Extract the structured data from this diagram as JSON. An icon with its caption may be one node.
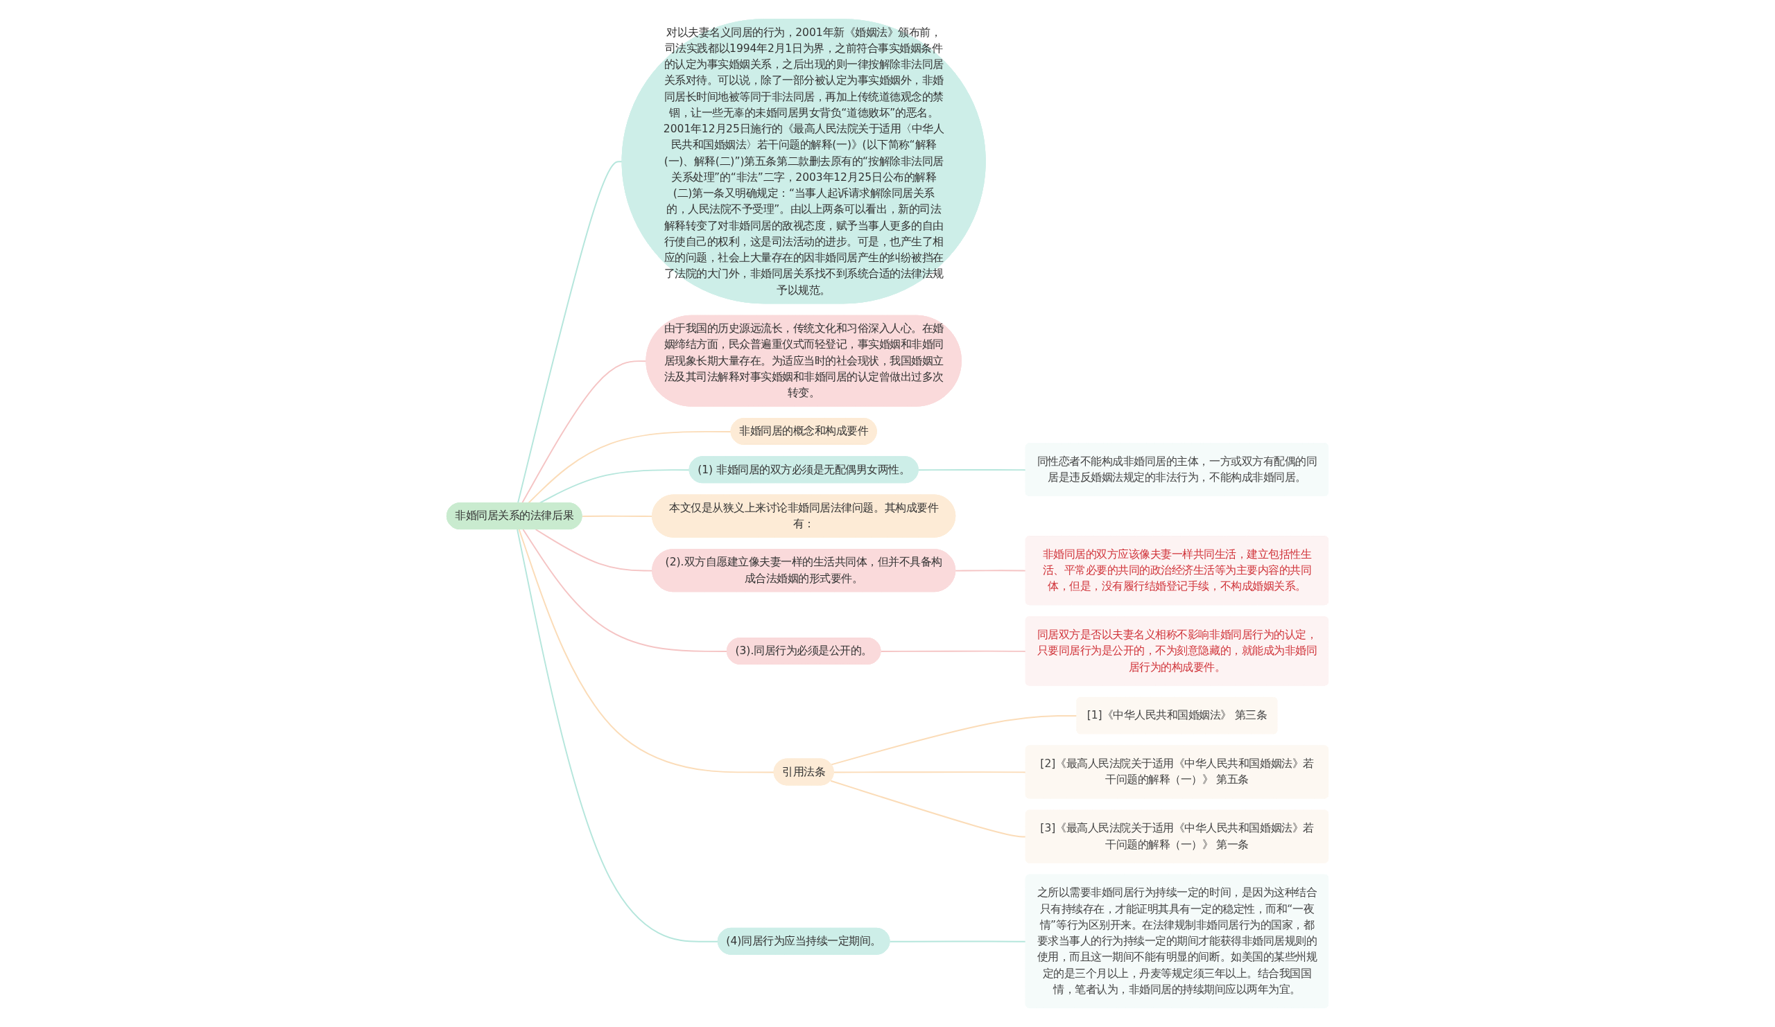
{
  "diagram": {
    "nodes": [
      {
        "text": [
          "非婚同居关系的法律后果"
        ]
      },
      {
        "text": [
          "对以夫妻名义同居的行为，2001年新《婚姻法》颁布前，司法实践都以1994年2月1日为界，之前符合事实婚姻条件的认定为事实婚姻关系，之后出现的则一律按解除非法同居关系对待。可以说，除了一部分被认定为事实婚姻外，非婚同居长时间地被等同于非法同居，再加上传统道德观念的禁锢，让一些无辜的未婚同居男女背负“道德败坏”的恶名。2001年12月25日施行的《最高人民法院关于适用〈中华人民共和国婚姻法〉若干问题的解释(一)》(以下简称“解释(一)、解释(二)”)第五条第二款删去原有的“按解除非法同居关系处理”的“非法”二字，2003年12月25日公布的解释(二)第一条又明确规定：“当事人起诉请求解除同居关系的，人民法院不予受理”。由以上两条可以看出，新的司法解释转变了对非婚同居的敌视态度，赋予当事人更多的自由行使自己的权利，这是司法活动的进步。可是，也产生了相应的问题，社会上大量存在的因非婚同居产生的纠纷被挡在了法院的大门外，非婚同居关系找不到系统合适的法律法规予以规范。"
        ]
      },
      {
        "text": [
          "由于我国的历史源远流长，传统文化和习俗深入人心。在婚姻缔结方面，民众普遍重仪式而轻登记，事实婚姻和非婚同居现象长期大量存在。为适应当时的社会现状，我国婚姻立法及其司法解释对事实婚姻和非婚同居的认定曾做出过多次转变。"
        ]
      },
      {
        "text": [
          "非婚同居的概念和构成要件"
        ]
      },
      {
        "text": [
          "(1) 非婚同居的双方必须是无配偶男女两性。"
        ]
      },
      {
        "text": [
          "同性恋者不能构成非婚同居的主体，一方或双方有配偶的同居是违反婚姻法规定的非法行为，不能构成非婚同居。"
        ]
      },
      {
        "text": [
          "本文仅是从狭义上来讨论非婚同居法律问题。其构成要件有："
        ]
      },
      {
        "text": [
          "(2).双方自愿建立像夫妻一样的生活共同体，但并不具备构成合法婚姻的形式要件。"
        ]
      },
      {
        "text": [
          "非婚同居的双方应该像夫妻一样共同生活，建立包括性生活、平常必要的共同的政治经济生活等为主要内容的共同体，但是，没有履行结婚登记手续，不构成婚姻关系。"
        ]
      },
      {
        "text": [
          "(3).同居行为必须是公开的。"
        ]
      },
      {
        "text": [
          "同居双方是否以夫妻名义相称不影响非婚同居行为的认定，只要同居行为是公开的，不为刻意隐藏的，就能成为非婚同居行为的构成要件。"
        ]
      },
      {
        "text": [
          "引用法条"
        ]
      },
      {
        "text": [
          "[1]《中华人民共和国婚姻法》 第三条"
        ]
      },
      {
        "text": [
          "[2]《最高人民法院关于适用《中华人民共和国婚姻法》若干问题的解释（一）》 第五条"
        ]
      },
      {
        "text": [
          "[3]《最高人民法院关于适用《中华人民共和国婚姻法》若干问题的解释（一）》 第一条"
        ]
      },
      {
        "text": [
          "(4)同居行为应当持续一定期间。"
        ]
      },
      {
        "text": [
          "之所以需要非婚同居行为持续一定的时间，是因为这种结合只有持续存在，才能证明其具有一定的稳定性，而和“一夜情”等行为区别开来。在法律规制非婚同居行为的国家，都要求当事人的行为持续一定的期间才能获得非婚同居规则的使用，而且这一期间不能有明显的间断。如美国的某些州规定的是三个月以上，丹麦等规定须三年以上。结合我国国情，笔者认为，非婚同居的持续期间应以两年为宜。"
        ]
      }
    ],
    "edges": [
      {
        "from": 0,
        "to": 1,
        "arrow": "none",
        "color": "#b5e6dc"
      },
      {
        "from": 0,
        "to": 2,
        "arrow": "none",
        "color": "#f5c4c4"
      },
      {
        "from": 0,
        "to": 3,
        "arrow": "none",
        "color": "#fbdcb8"
      },
      {
        "from": 0,
        "to": 4,
        "arrow": "none",
        "color": "#b5e6dc"
      },
      {
        "from": 4,
        "to": 5,
        "arrow": "none",
        "color": "#b5e6dc"
      },
      {
        "from": 0,
        "to": 6,
        "arrow": "none",
        "color": "#fbdcb8"
      },
      {
        "from": 0,
        "to": 7,
        "arrow": "none",
        "color": "#f5c4c4"
      },
      {
        "from": 7,
        "to": 8,
        "arrow": "none",
        "color": "#f5c4c4"
      },
      {
        "from": 0,
        "to": 9,
        "arrow": "none",
        "color": "#f5c4c4"
      },
      {
        "from": 9,
        "to": 10,
        "arrow": "none",
        "color": "#f5c4c4"
      },
      {
        "from": 0,
        "to": 11,
        "arrow": "none",
        "color": "#fbdcb8"
      },
      {
        "from": 11,
        "to": 12,
        "arrow": "none",
        "color": "#fbdcb8"
      },
      {
        "from": 11,
        "to": 13,
        "arrow": "none",
        "color": "#fbdcb8"
      },
      {
        "from": 11,
        "to": 14,
        "arrow": "none",
        "color": "#fbdcb8"
      },
      {
        "from": 0,
        "to": 15,
        "arrow": "none",
        "color": "#b5e6dc"
      },
      {
        "from": 15,
        "to": 16,
        "arrow": "none",
        "color": "#b5e6dc"
      }
    ]
  }
}
